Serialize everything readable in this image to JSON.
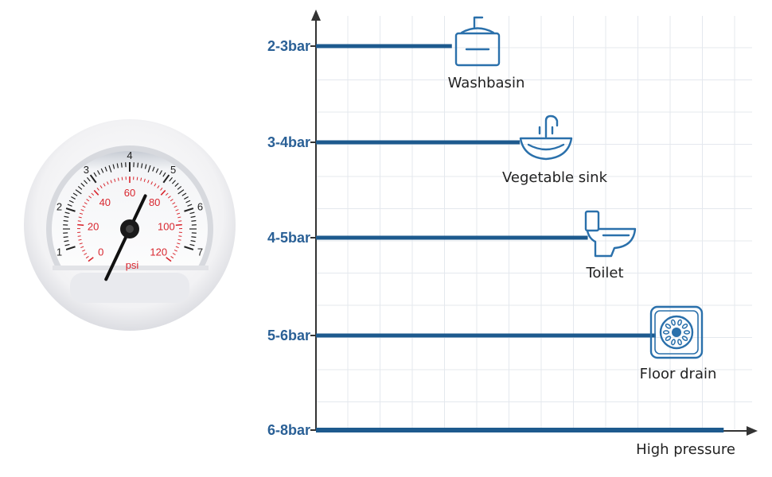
{
  "chart_data": {
    "type": "bar",
    "orientation": "horizontal",
    "categories": [
      "2-3bar",
      "3-4bar",
      "4-5bar",
      "5-6bar",
      "6-8bar"
    ],
    "values": [
      4,
      6,
      8,
      10,
      12
    ],
    "xlim": [
      0,
      13
    ],
    "grid": true,
    "bar_labels": [
      "Washbasin",
      "Vegetable sink",
      "Toilet",
      "Floor drain",
      ""
    ],
    "icons": [
      "washbasin-icon",
      "vegetable-sink-icon",
      "toilet-icon",
      "floor-drain-icon",
      ""
    ],
    "xlabel": "High pressure",
    "colors": {
      "bar": "#1d5a8e",
      "label": "#2a6096",
      "icon": "#2a70ab",
      "grid": "#e4e8ee",
      "axis": "#333333"
    }
  },
  "gauge": {
    "bar_scale": [
      "1",
      "2",
      "3",
      "4",
      "5",
      "6",
      "7"
    ],
    "psi_scale": [
      "0",
      "20",
      "40",
      "60",
      "80",
      "100",
      "120"
    ],
    "unit": "psi",
    "colors": {
      "bar_scale": "#222222",
      "psi_scale": "#d8262e"
    }
  }
}
